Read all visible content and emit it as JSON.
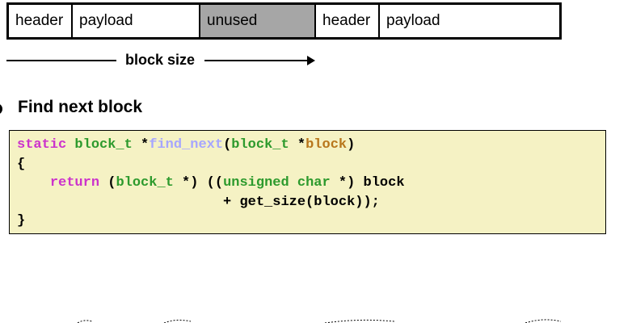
{
  "memory_diagram": {
    "blocks": [
      {
        "label": "header",
        "shaded": false
      },
      {
        "label": "payload",
        "shaded": false
      },
      {
        "label": "unused",
        "shaded": true
      },
      {
        "label": "header",
        "shaded": false
      },
      {
        "label": "payload",
        "shaded": false
      }
    ],
    "size_label": "block size"
  },
  "section": {
    "title": "Find next block"
  },
  "code": {
    "lines": [
      [
        {
          "text": "static",
          "kind": "kw"
        },
        {
          "text": " ",
          "kind": "pl"
        },
        {
          "text": "block_t",
          "kind": "ty"
        },
        {
          "text": " *",
          "kind": "pl"
        },
        {
          "text": "find_next",
          "kind": "fn"
        },
        {
          "text": "(",
          "kind": "pl"
        },
        {
          "text": "block_t",
          "kind": "ty"
        },
        {
          "text": " *",
          "kind": "pl"
        },
        {
          "text": "block",
          "kind": "pr"
        },
        {
          "text": ")",
          "kind": "pl"
        }
      ],
      [
        {
          "text": "{",
          "kind": "pl"
        }
      ],
      [
        {
          "text": "    ",
          "kind": "pl"
        },
        {
          "text": "return",
          "kind": "kw"
        },
        {
          "text": " (",
          "kind": "pl"
        },
        {
          "text": "block_t",
          "kind": "ty"
        },
        {
          "text": " *) ((",
          "kind": "pl"
        },
        {
          "text": "unsigned char",
          "kind": "ty"
        },
        {
          "text": " *) block",
          "kind": "pl"
        }
      ],
      [
        {
          "text": "                         + get_size(block));",
          "kind": "pl"
        }
      ],
      [
        {
          "text": "}",
          "kind": "pl"
        }
      ]
    ],
    "colors": {
      "keyword": "#cc33cc",
      "type": "#2d9a2d",
      "function": "#a6a6ff",
      "parameter": "#b8761c",
      "background": "#f5f2c4"
    }
  }
}
